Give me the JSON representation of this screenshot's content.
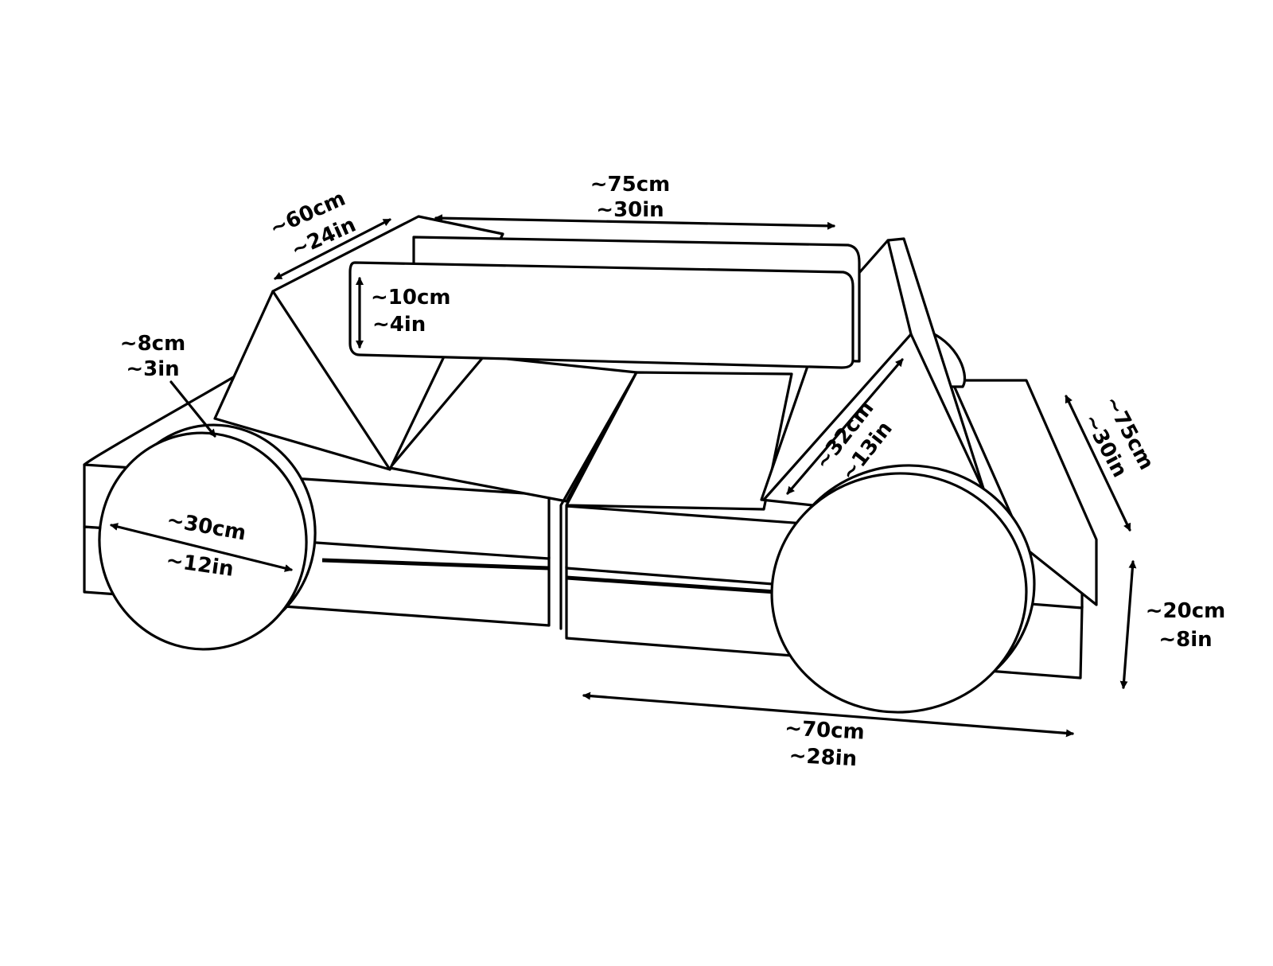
{
  "colors": {
    "ink": "#000000",
    "paper": "#ffffff"
  },
  "labels": {
    "top_length": {
      "cm": "~75cm",
      "in": "~30in"
    },
    "arm_length": {
      "cm": "~60cm",
      "in": "~24in"
    },
    "cushion_height": {
      "cm": "~10cm",
      "in": "~4in"
    },
    "wheel_thickness": {
      "cm": "~8cm",
      "in": "~3in"
    },
    "wheel_diameter": {
      "cm": "~30cm",
      "in": "~12in"
    },
    "triangle_side": {
      "cm": "~32cm",
      "in": "~13in"
    },
    "side_depth": {
      "cm": "~75cm",
      "in": "~30in"
    },
    "base_height": {
      "cm": "~20cm",
      "in": "~8in"
    },
    "base_length": {
      "cm": "~70cm",
      "in": "~28in"
    }
  }
}
